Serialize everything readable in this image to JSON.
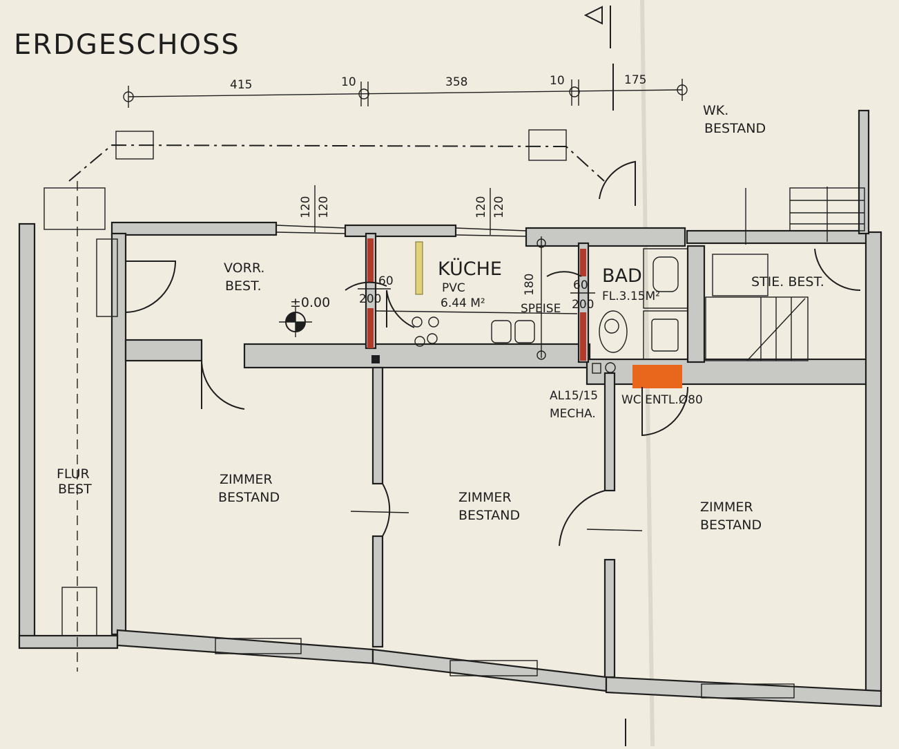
{
  "title": "ERDGESCHOSS",
  "dimensions": {
    "d415": "415",
    "d10a": "10",
    "d358": "358",
    "d10b": "10",
    "d175": "175"
  },
  "windows": {
    "w1_a": "120",
    "w1_b": "120",
    "w2_a": "120",
    "w2_b": "120"
  },
  "rooms": {
    "wk_line1": "WK.",
    "wk_line2": "BESTAND",
    "vorr_line1": "VORR.",
    "vorr_line2": "BEST.",
    "kueche_name": "KÜCHE",
    "kueche_floor": "PVC",
    "kueche_area": "6.44 M²",
    "bad_name": "BAD",
    "bad_floor": "FL.3.15M²",
    "stie": "STIE. BEST.",
    "flur_line1": "FLUR",
    "flur_line2": "BEST",
    "zimmer1_line1": "ZIMMER",
    "zimmer1_line2": "BESTAND",
    "zimmer2_line1": "ZIMMER",
    "zimmer2_line2": "BESTAND",
    "zimmer3_line1": "ZIMMER",
    "zimmer3_line2": "BESTAND"
  },
  "doors": {
    "door1_w": "60",
    "door1_h": "200",
    "door2_w": "60",
    "door2_h": "200",
    "speise_h": "180",
    "speise": "SPEISE"
  },
  "notes": {
    "level": "±0.00",
    "al_line1": "AL15/15",
    "al_line2": "MECHA.",
    "wc": "WC ENTL.Ø80"
  },
  "colors": {
    "paper": "#f1ece0",
    "new_wall_red": "#b23a2a",
    "new_wall_yellow": "#e0d27a",
    "chimney_orange": "#e8671c"
  }
}
